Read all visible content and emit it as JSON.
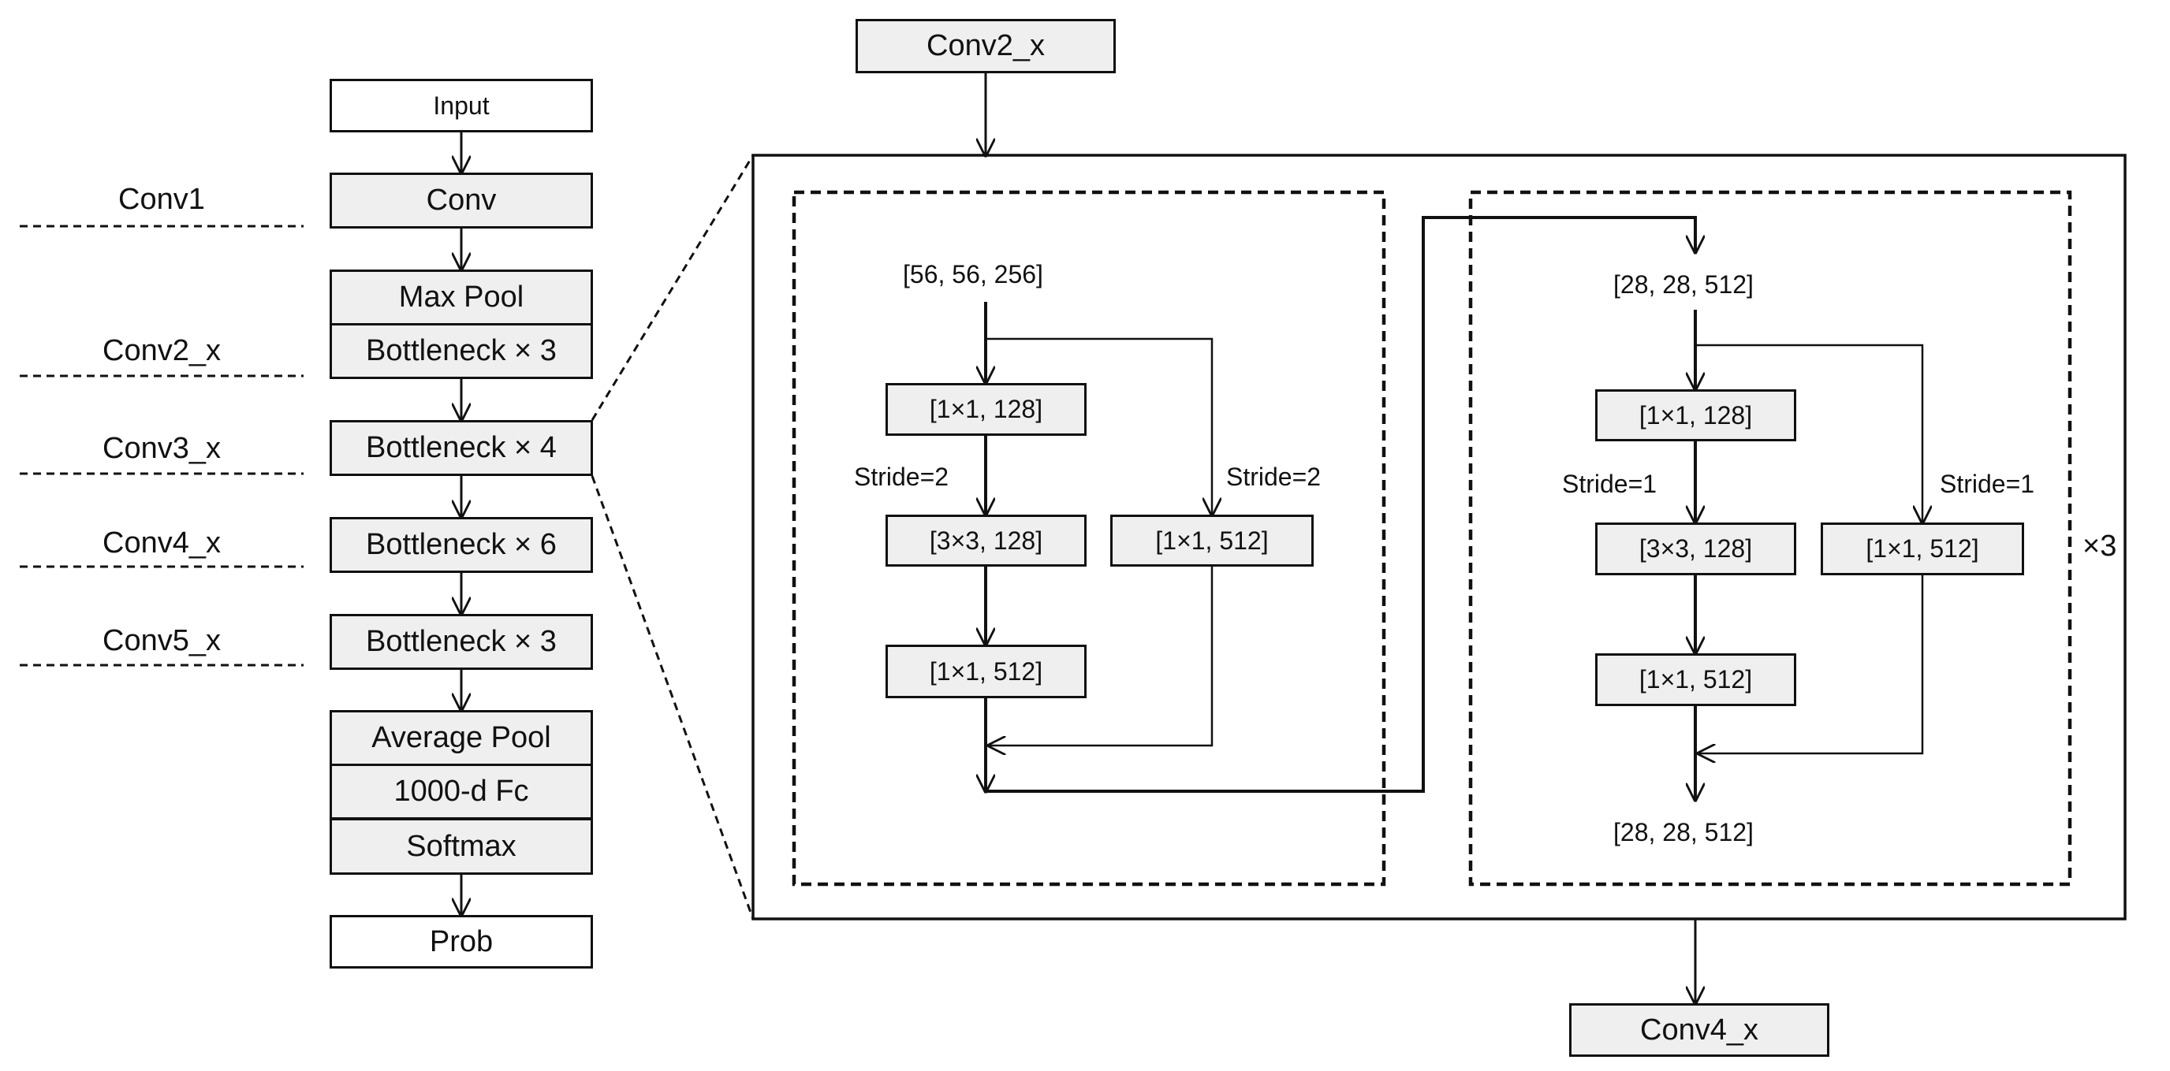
{
  "left_column": {
    "input": "Input",
    "conv": "Conv",
    "max_pool": "Max Pool",
    "bottleneck_conv2": "Bottleneck × 3",
    "bottleneck_conv3": "Bottleneck × 4",
    "bottleneck_conv4": "Bottleneck × 6",
    "bottleneck_conv5": "Bottleneck × 3",
    "average_pool": "Average Pool",
    "fc": "1000-d Fc",
    "softmax": "Softmax",
    "prob": "Prob"
  },
  "stage_labels": {
    "conv1": "Conv1",
    "conv2_x": "Conv2_x",
    "conv3_x": "Conv3_x",
    "conv4_x": "Conv4_x",
    "conv5_x": "Conv5_x"
  },
  "detail": {
    "top_input": "Conv2_x",
    "bottom_output": "Conv4_x",
    "repeat": "×3",
    "block1": {
      "input_shape": "[56, 56, 256]",
      "conv_a": "[1×1, 128]",
      "conv_b": "[3×3, 128]",
      "conv_c": "[1×1, 512]",
      "shortcut": "[1×1, 512]",
      "stride_main": "Stride=2",
      "stride_shortcut": "Stride=2"
    },
    "block2": {
      "input_shape": "[28, 28, 512]",
      "conv_a": "[1×1, 128]",
      "conv_b": "[3×3, 128]",
      "conv_c": "[1×1, 512]",
      "shortcut": "[1×1, 512]",
      "stride_main": "Stride=1",
      "stride_shortcut": "Stride=1",
      "output_shape": "[28, 28, 512]"
    }
  }
}
